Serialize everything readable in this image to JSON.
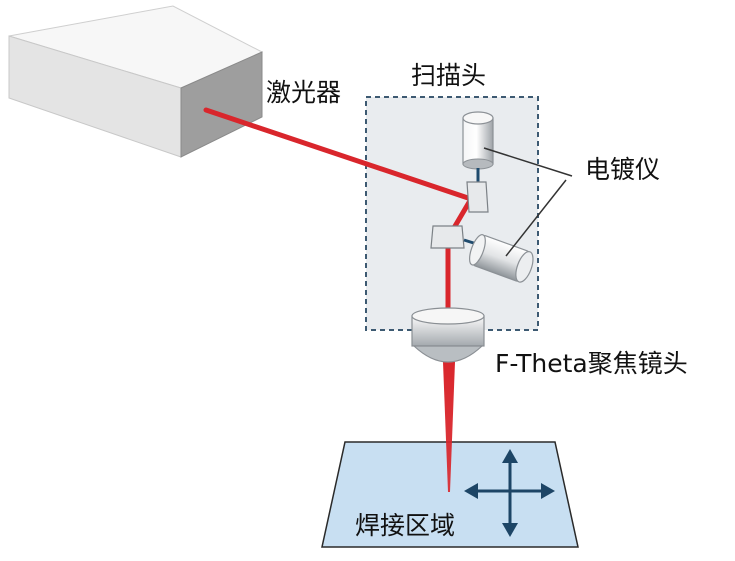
{
  "labels": {
    "laser": "激光器",
    "scan_head": "扫描头",
    "galvo": "电镀仪",
    "lens": "F-Theta聚焦镜头",
    "weld_area": "焊接区域"
  },
  "colors": {
    "beam": "#d9262c",
    "box_front": "#e6e6e6",
    "box_top": "#f7f7f7",
    "box_side": "#9d9d9d",
    "dashed_frame": "#3d5a72",
    "scan_head_fill": "#e9ecef",
    "work_area": "#c8dff2",
    "work_area_border": "#2a2a2a",
    "arrows": "#1d4566",
    "leader_lines": "#333333"
  },
  "icons": {
    "motion": "four-way-arrow-icon"
  }
}
